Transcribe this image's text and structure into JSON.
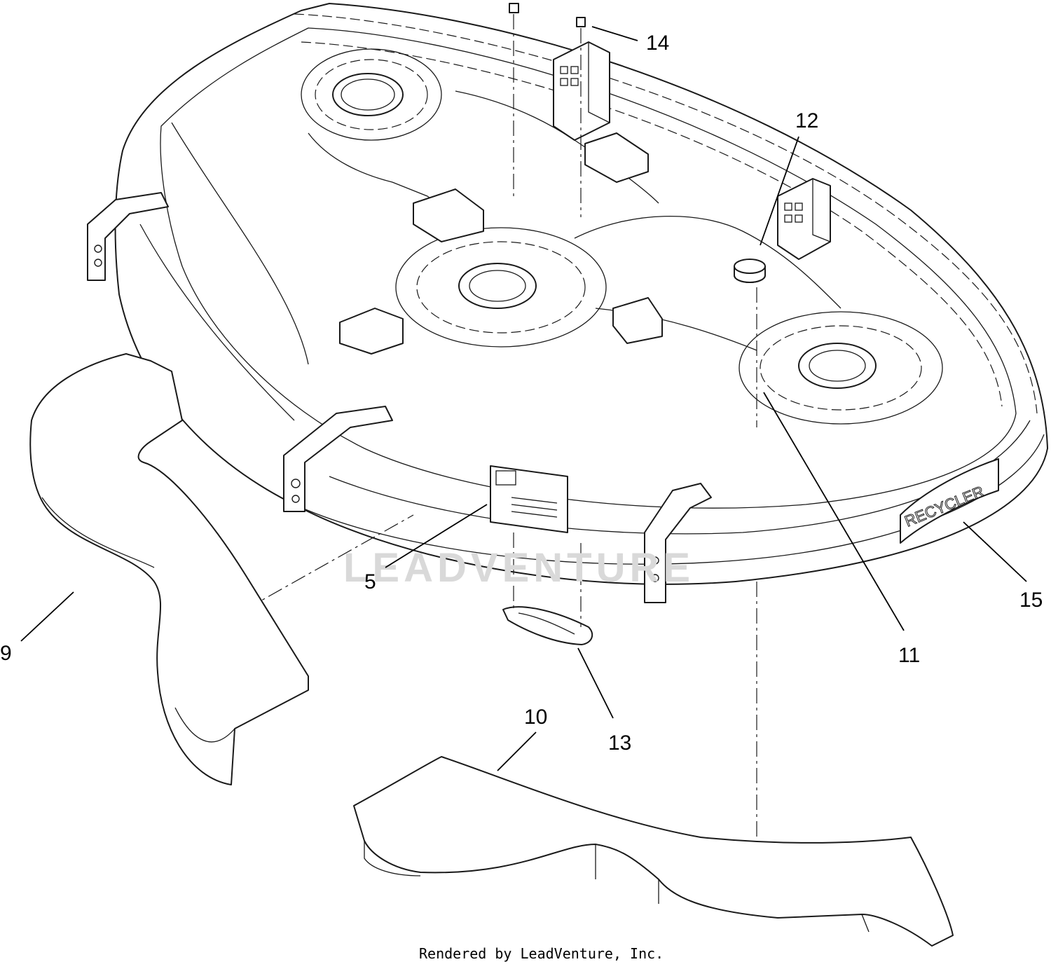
{
  "diagram": {
    "callouts": [
      {
        "id": "c14",
        "label": "14"
      },
      {
        "id": "c12",
        "label": "12"
      },
      {
        "id": "c5",
        "label": "5"
      },
      {
        "id": "c15",
        "label": "15"
      },
      {
        "id": "c9",
        "label": "9"
      },
      {
        "id": "c11",
        "label": "11"
      },
      {
        "id": "c13",
        "label": "13"
      },
      {
        "id": "c10",
        "label": "10"
      }
    ],
    "decal_text": "RECYCLER",
    "watermark": "LEADVENTURE",
    "credit": "Rendered by LeadVenture, Inc."
  }
}
